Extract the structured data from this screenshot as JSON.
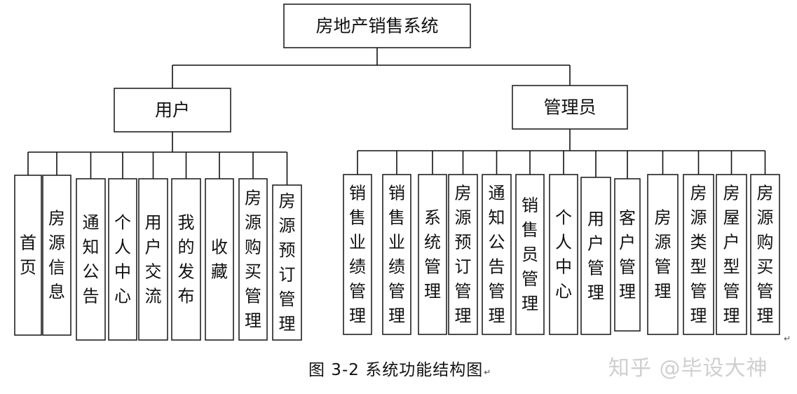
{
  "diagram": {
    "root": "房地产销售系统",
    "branches": [
      {
        "label": "用户",
        "items": [
          "首页",
          "房源信息",
          "通知公告",
          "个人中心",
          "用户交流",
          "我的发布",
          "收藏",
          "房源购买管理",
          "房源预订管理"
        ]
      },
      {
        "label": "管理员",
        "items": [
          "销售业绩管理",
          "销售业绩管理",
          "系统管理",
          "房源预订管理",
          "通知公告管理",
          "销售员管理",
          "个人中心",
          "用户管理",
          "客户管理",
          "房源管理",
          "房源类型管理",
          "房屋户型管理",
          "房源购买管理"
        ]
      }
    ]
  },
  "caption": "图 3-2 系统功能结构图",
  "caption_mark": "↵",
  "watermark": "知乎 @毕设大神",
  "edge_mark": "↵"
}
